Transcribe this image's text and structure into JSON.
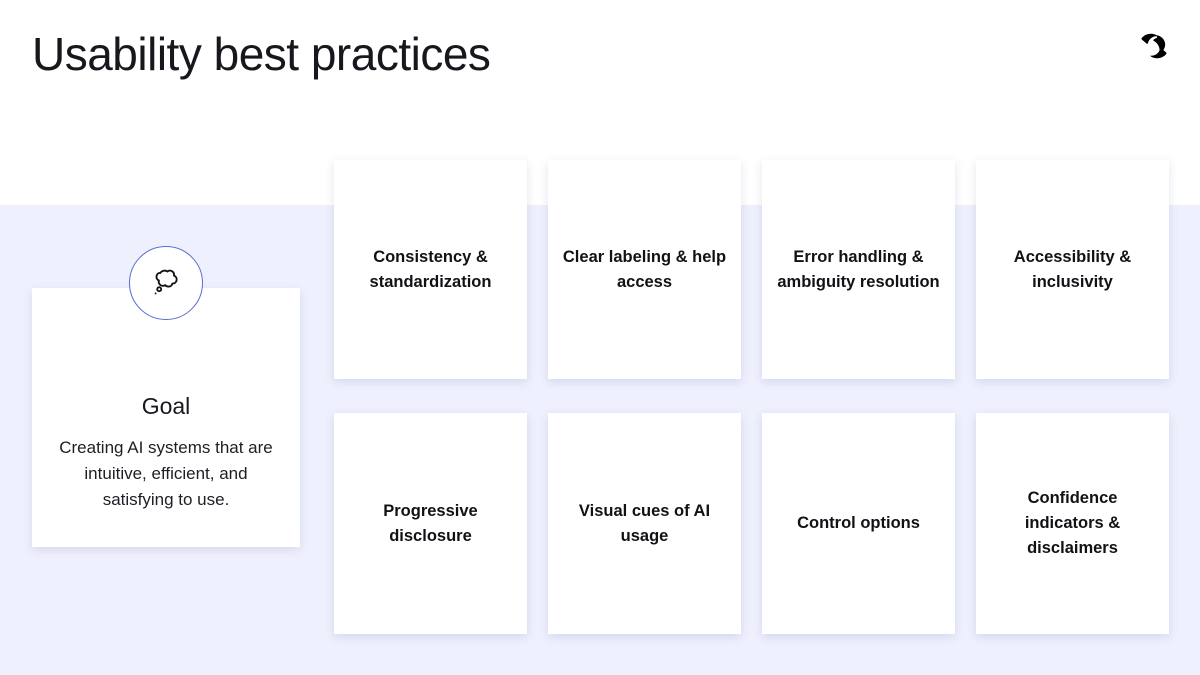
{
  "header": {
    "title": "Usability best practices",
    "logo_icon": "brand-r-logo"
  },
  "theme": {
    "page_background": "#ffffff",
    "band_background": "#eef0fd",
    "accent_blue": "#4f63c9",
    "circle_border": "#5a6cd0",
    "card_background": "#ffffff",
    "text_primary": "#16181d",
    "card_text": "#101216"
  },
  "goal_panel": {
    "icon": "thought-bubble-icon",
    "heading": "Goal",
    "body": "Creating AI systems that are intuitive, efficient, and satisfying to use."
  },
  "practices": {
    "rows": 2,
    "columns": 4,
    "items": [
      {
        "label": "Consistency & standardization"
      },
      {
        "label": "Clear labeling & help access"
      },
      {
        "label": "Error handling & ambiguity resolution"
      },
      {
        "label": "Accessibility & inclusivity"
      },
      {
        "label": "Progressive disclosure"
      },
      {
        "label": "Visual cues of AI usage"
      },
      {
        "label": "Control options"
      },
      {
        "label": "Confidence indicators & disclaimers"
      }
    ]
  }
}
